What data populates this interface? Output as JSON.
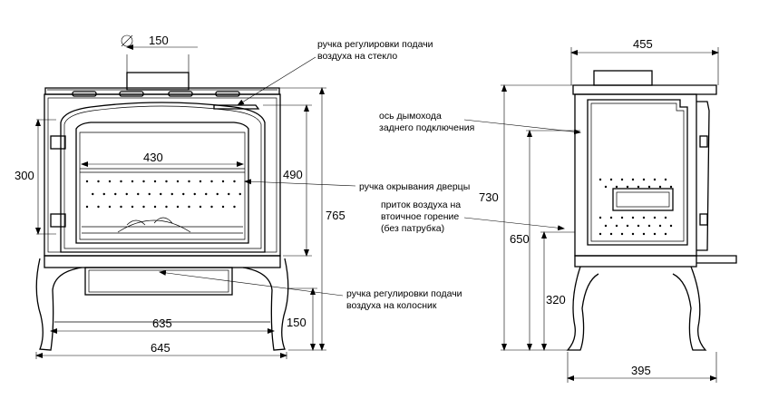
{
  "front_view": {
    "flue_diameter_symbol": "∅",
    "flue_diameter": "150",
    "inner_width": "430",
    "door_height": "300",
    "height_490": "490",
    "total_height": "765",
    "leg_height": "150",
    "inner_leg_width": "635",
    "total_width": "645"
  },
  "side_view": {
    "total_depth": "455",
    "height_730": "730",
    "height_650": "650",
    "height_320": "320",
    "leg_depth": "395"
  },
  "callouts": {
    "glass_air_handle": [
      "ручка регулировки подачи",
      "воздуха на стекло"
    ],
    "door_handle": "ручка окрывания дверцы",
    "grate_air_handle": [
      "ручка регулировки подачи",
      "воздуха на колосник"
    ],
    "flue_axis": [
      "ось дымохода",
      "заднего подключения"
    ],
    "secondary_air": [
      "приток воздуха на",
      "втоичное горение",
      "(без патрубка)"
    ]
  }
}
